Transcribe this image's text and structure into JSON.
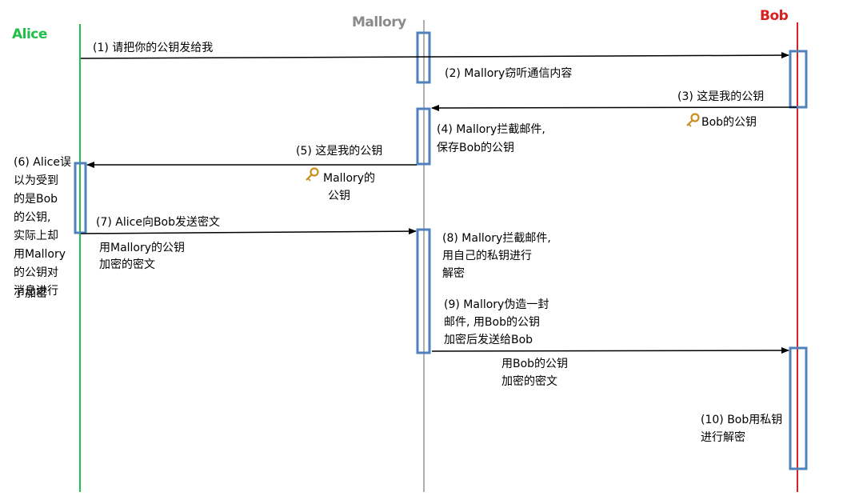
{
  "actors": {
    "alice": {
      "name": "Alice",
      "color": "#22c04a",
      "line_color": "#22c04a"
    },
    "mallory": {
      "name": "Mallory",
      "color": "#8a8a8a",
      "line_color": "#b0b0b0"
    },
    "bob": {
      "name": "Bob",
      "color": "#d92020",
      "line_color": "#d92020"
    }
  },
  "colors": {
    "activation_border": "#4f81bd",
    "arrow": "#000000",
    "key_icon": "#c8901e"
  },
  "messages": {
    "m1": "(1) 请把你的公钥发给我",
    "m2": "(2) Mallory窃听通信内容",
    "m3": "(3) 这是我的公钥",
    "m3_key": "Bob的公钥",
    "m4": [
      "(4) Mallory拦截邮件,",
      "保存Bob的公钥"
    ],
    "m5": "(5) 这是我的公钥",
    "m5_key": [
      "Mallory的",
      "公钥"
    ],
    "m6": [
      "(6) Alice误",
      "以为受到",
      "的是Bob",
      "的公钥,",
      "实际上却",
      "用Mallory",
      "的公钥对",
      "消息进行",
      "了加密"
    ],
    "m7": "(7) Alice向Bob发送密文",
    "m7_sub": [
      "用Mallory的公钥",
      "加密的密文"
    ],
    "m8": [
      "(8) Mallory拦截邮件,",
      "用自己的私钥进行",
      "解密"
    ],
    "m9": [
      "(9) Mallory伪造一封",
      "邮件, 用Bob的公钥",
      "加密后发送给Bob"
    ],
    "m9_sub": [
      "用Bob的公钥",
      "加密的密文"
    ],
    "m10": [
      "(10) Bob用私钥",
      "进行解密"
    ]
  },
  "icons": {
    "key_bob": "key-icon",
    "key_mallory": "key-icon"
  }
}
